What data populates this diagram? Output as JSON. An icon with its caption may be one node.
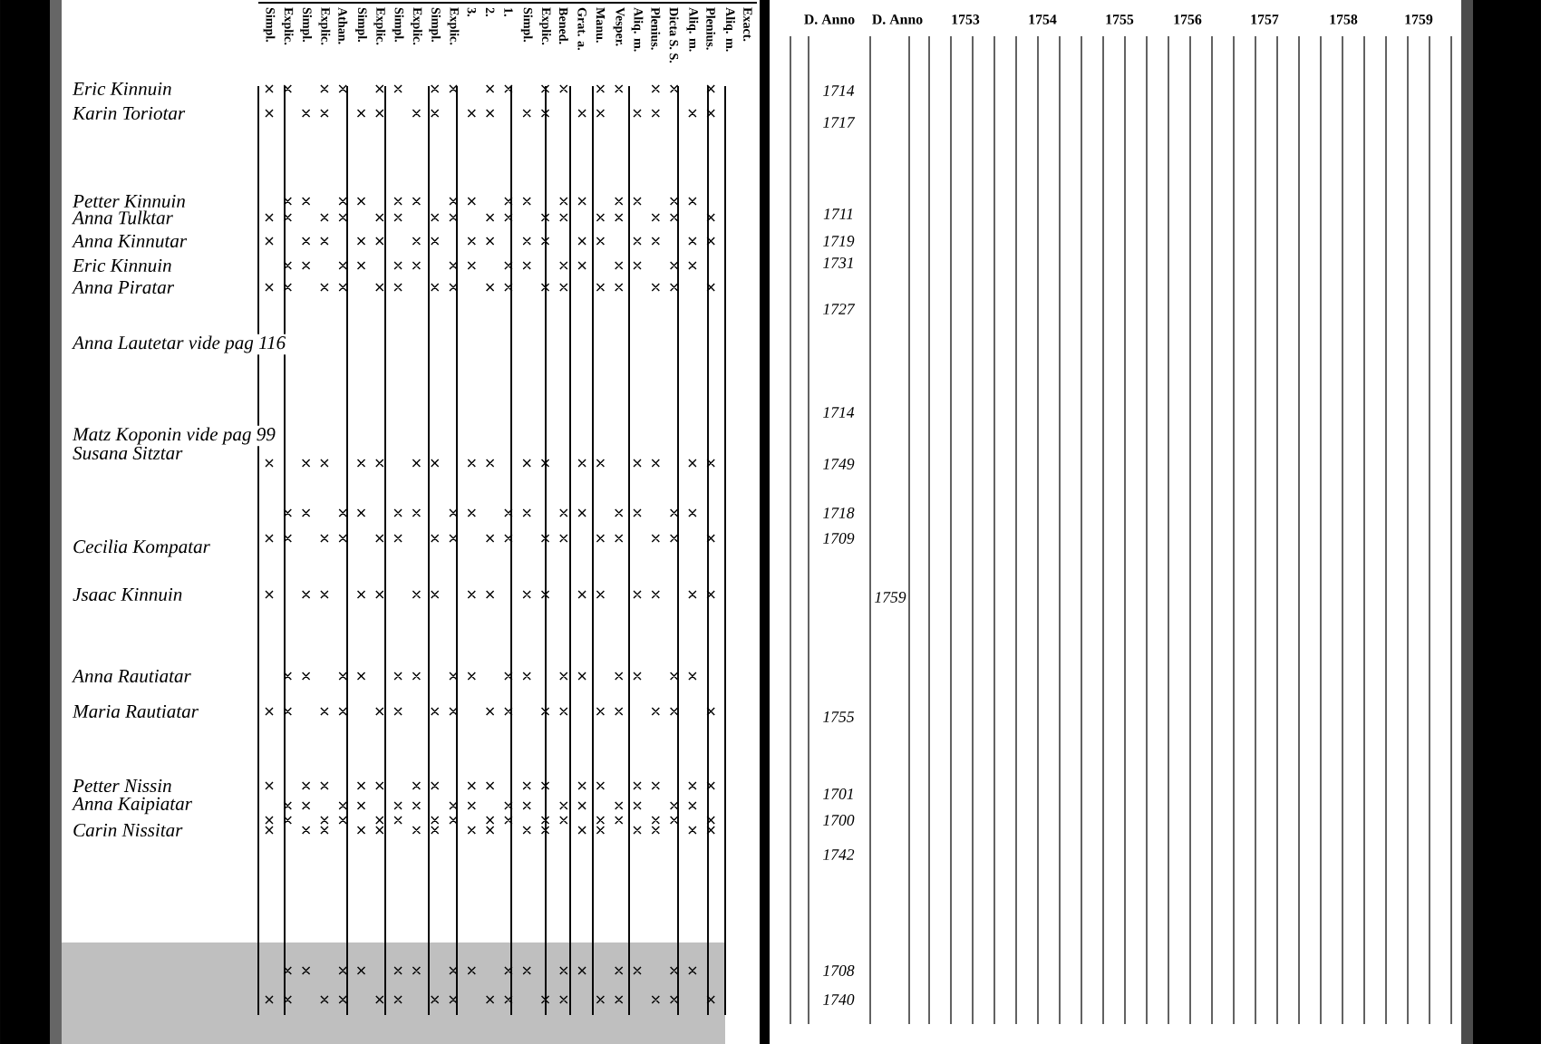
{
  "diagram": {
    "labels": [
      "Simpl.",
      "Explic.",
      "Simpl.",
      "Explic.",
      "Athan.",
      "Simpl.",
      "Explic.",
      "Simpl.",
      "Explic.",
      "Simpl.",
      "Explic.",
      "3.",
      "2.",
      "1.",
      "Simpl.",
      "Explic.",
      "Bened.",
      "Grat. a.",
      "Manu.",
      "Vesper.",
      "Aliq. m.",
      "Plenius.",
      "Dicta S. S.",
      "Aliq. m.",
      "Plenius.",
      "Aliq. m.",
      "Exact.",
      "D. Anno",
      "D. Anno",
      "1753",
      "1754",
      "1755",
      "1756",
      "1757",
      "1758",
      "1759",
      "Eric Kinnuin",
      "Karin Toriotar",
      "Petter Kinnuin",
      "Anna Tulktar",
      "Anna Kinnutar",
      "Eric Kinnuin",
      "Anna Piratar",
      "Anna Lautetar vide pag 116",
      "Matz Koponin vide pag 99",
      "Susana Sitztar",
      "Cecilia Kompatar",
      "Jsaac Kinnuin",
      "Anna Rautiatar",
      "Maria Rautiatar",
      "Petter Nissin",
      "Anna Kaipiatar",
      "Carin Nissitar",
      "1714",
      "1717",
      "1711",
      "1719",
      "1731",
      "1727",
      "1714",
      "1749",
      "1718",
      "1709",
      "1759",
      "1755",
      "1701",
      "1700",
      "1742",
      "1708",
      "1740"
    ]
  }
}
